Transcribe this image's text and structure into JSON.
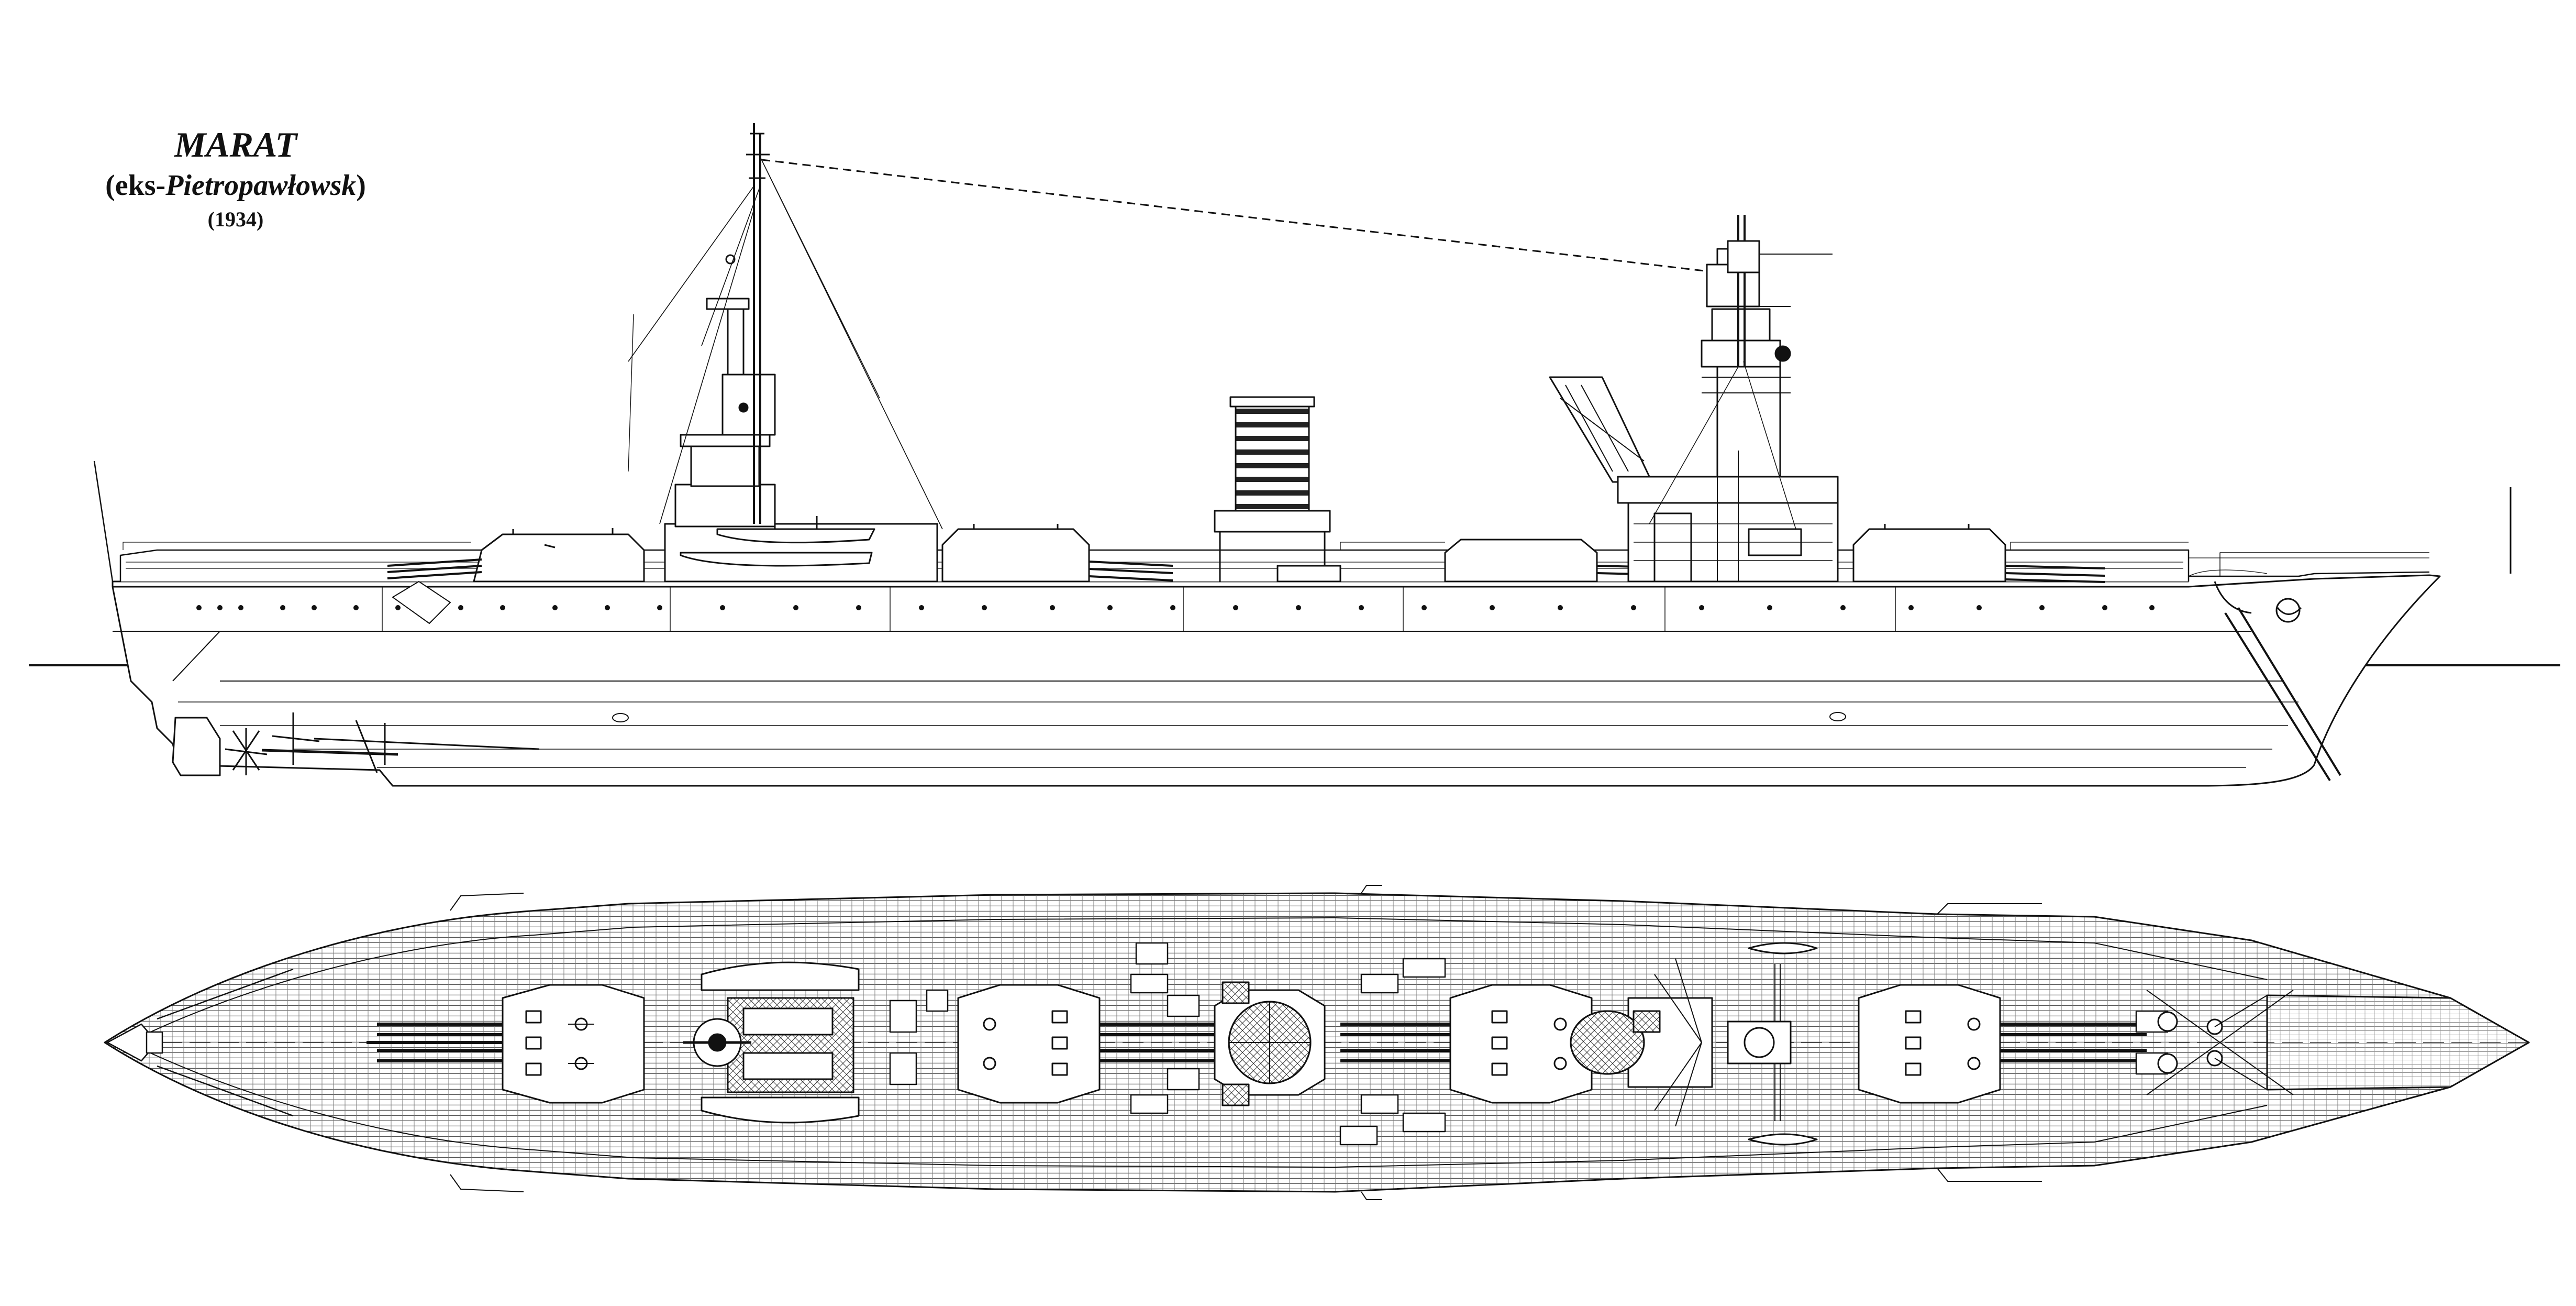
{
  "title": {
    "name": "MARAT",
    "subtitle_prefix": "(eks-",
    "subtitle_name": "Pietropawłowsk",
    "subtitle_suffix": ")",
    "year": "(1934)"
  },
  "views": [
    "side-elevation",
    "deck-plan"
  ],
  "colors": {
    "ink": "#111111",
    "deck_planking": "#6f6f6f",
    "paper": "#ffffff"
  }
}
